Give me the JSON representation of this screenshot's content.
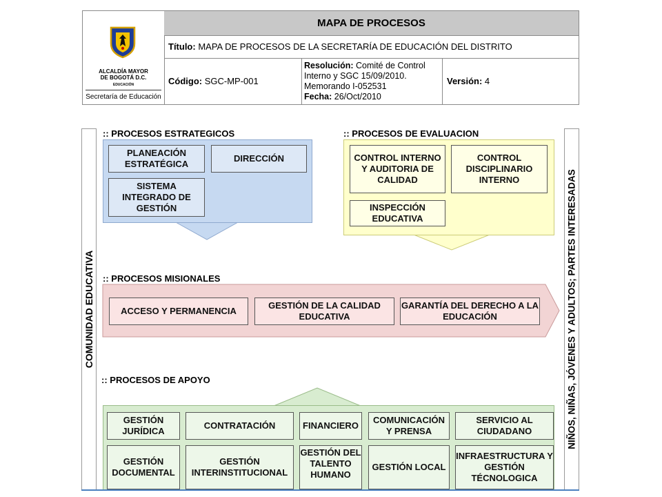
{
  "header": {
    "title": "MAPA DE PROCESOS",
    "titulo_label": "Título:",
    "titulo_value": "MAPA DE PROCESOS DE LA SECRETARÍA DE EDUCACIÓN DEL DISTRITO",
    "codigo_label": "Código:",
    "codigo_value": "SGC-MP-001",
    "resolucion_label": "Resolución:",
    "resolucion_line1": "Comité de Control",
    "resolucion_line2": "Interno y SGC 15/09/2010.",
    "resolucion_line3": "Memorando I-052531",
    "fecha_label": "Fecha:",
    "fecha_value": "26/Oct/2010",
    "version_label": "Versión:",
    "version_value": "4"
  },
  "logo": {
    "line1": "ALCALDÍA MAYOR",
    "line2": "DE BOGOTÁ D.C.",
    "line3": "EDUCACIÓN",
    "line4": "Secretaría de Educación"
  },
  "sidebars": {
    "left": "COMUNIDAD EDUCATIVA",
    "right": "NIÑOS, NIÑAS, JÓVENES Y ADULTOS; PARTES INTERESADAS"
  },
  "sections": {
    "estrategicos": {
      "label": ":: PROCESOS ESTRATEGICOS",
      "boxes": [
        "PLANEACIÓN ESTRATÉGICA",
        "DIRECCIÓN",
        "SISTEMA INTEGRADO DE GESTIÓN"
      ]
    },
    "evaluacion": {
      "label": ":: PROCESOS DE EVALUACION",
      "boxes": [
        "CONTROL INTERNO Y AUDITORIA DE CALIDAD",
        "CONTROL DISCIPLINARIO INTERNO",
        "INSPECCIÓN EDUCATIVA"
      ]
    },
    "misionales": {
      "label": ":: PROCESOS MISIONALES",
      "boxes": [
        "ACCESO Y PERMANENCIA",
        "GESTIÓN DE LA CALIDAD EDUCATIVA",
        "GARANTÍA DEL DERECHO A LA EDUCACIÓN"
      ]
    },
    "apoyo": {
      "label": ":: PROCESOS DE APOYO",
      "boxes": [
        "GESTIÓN JURÍDICA",
        "CONTRATACIÓN",
        "FINANCIERO",
        "COMUNICACIÓN Y PRENSA",
        "SERVICIO AL CIUDADANO",
        "GESTIÓN DOCUMENTAL",
        "GESTIÓN INTERINSTITUCIONAL",
        "GESTIÓN DEL TALENTO HUMANO",
        "GESTIÓN LOCAL",
        "INFRAESTRUCTURA Y GESTIÓN TÉCNOLOGICA"
      ]
    }
  },
  "colors": {
    "estrategicos": "#c6d9f1",
    "evaluacion": "#ffffcc",
    "misionales": "#f2d4d4",
    "apoyo": "#d8ecd0"
  }
}
